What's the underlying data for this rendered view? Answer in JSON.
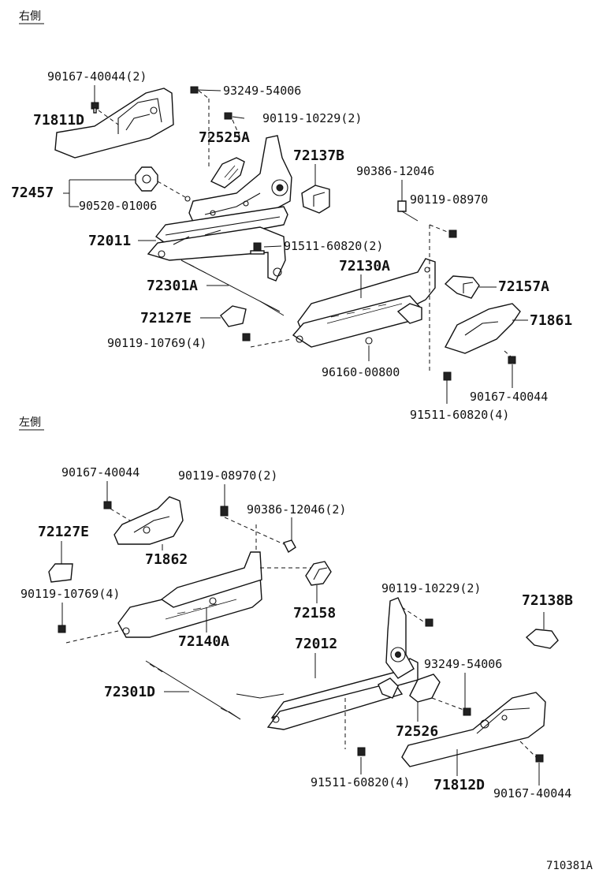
{
  "sections": {
    "right": "右側",
    "left": "左側"
  },
  "diagram_code": "710381A",
  "right_side": {
    "p_90167_40044_2": "90167-40044(2)",
    "p_71811D": "71811D",
    "p_93249_54006": "93249-54006",
    "p_90119_10229_2": "90119-10229(2)",
    "p_72525A": "72525A",
    "p_72137B": "72137B",
    "p_90386_12046": "90386-12046",
    "p_72457": "72457",
    "p_90520_01006": "90520-01006",
    "p_90119_08970": "90119-08970",
    "p_72011": "72011",
    "p_91511_60820_2": "91511-60820(2)",
    "p_72130A": "72130A",
    "p_72301A": "72301A",
    "p_72157A": "72157A",
    "p_72127E": "72127E",
    "p_71861": "71861",
    "p_90119_10769_4": "90119-10769(4)",
    "p_96160_00800": "96160-00800",
    "p_90167_40044": "90167-40044",
    "p_91511_60820_4": "91511-60820(4)"
  },
  "left_side": {
    "p_90167_40044_a": "90167-40044",
    "p_90119_08970_2": "90119-08970(2)",
    "p_90386_12046_2": "90386-12046(2)",
    "p_72127E": "72127E",
    "p_71862": "71862",
    "p_90119_10769_4": "90119-10769(4)",
    "p_72158": "72158",
    "p_90119_10229_2": "90119-10229(2)",
    "p_72138B": "72138B",
    "p_72140A": "72140A",
    "p_72012": "72012",
    "p_93249_54006": "93249-54006",
    "p_72301D": "72301D",
    "p_72526": "72526",
    "p_91511_60820_4": "91511-60820(4)",
    "p_71812D": "71812D",
    "p_90167_40044_b": "90167-40044"
  }
}
